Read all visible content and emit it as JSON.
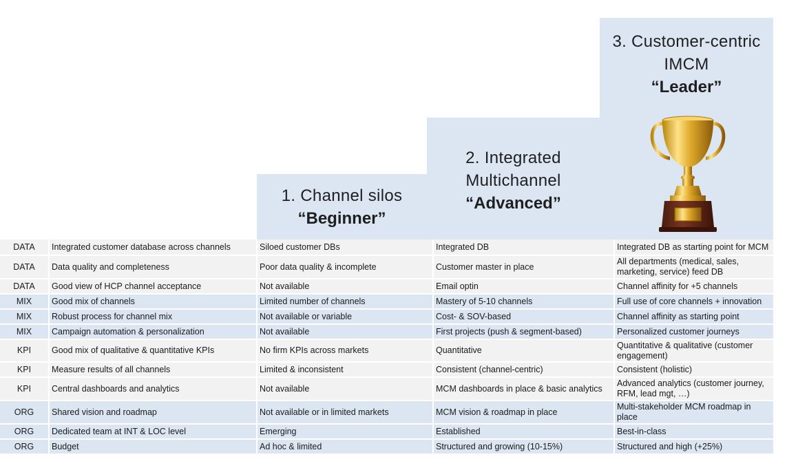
{
  "steps": [
    {
      "name_lines": [
        "1. Channel silos"
      ],
      "level": "“Beginner”"
    },
    {
      "name_lines": [
        "2. Integrated",
        "Multichannel"
      ],
      "level": "“Advanced”"
    },
    {
      "name_lines": [
        "3. Customer-centric",
        "IMCM"
      ],
      "level": "“Leader”"
    }
  ],
  "trophy_icon": "trophy-icon",
  "colors": {
    "step_fill": "#dce6f2",
    "row_gray": "#f2f2f2",
    "row_blue": "#dce6f2",
    "trophy_gold": "#d4a017",
    "trophy_base": "#6b2e1a"
  },
  "rows": [
    {
      "cat": "DATA",
      "criterion": "Integrated customer database across channels",
      "beginner": "Siloed customer DBs",
      "advanced": "Integrated DB",
      "leader": "Integrated DB as starting point for MCM",
      "shade": "gray"
    },
    {
      "cat": "DATA",
      "criterion": "Data quality and completeness",
      "beginner": "Poor data quality & incomplete",
      "advanced": "Customer master in place",
      "leader": "All departments (medical, sales, marketing, service) feed DB",
      "shade": "gray"
    },
    {
      "cat": "DATA",
      "criterion": "Good view of HCP channel acceptance",
      "beginner": "Not available",
      "advanced": "Email optin",
      "leader": "Channel affinity for +5 channels",
      "shade": "gray"
    },
    {
      "cat": "MIX",
      "criterion": "Good mix of channels",
      "beginner": "Limited number of channels",
      "advanced": "Mastery of 5-10 channels",
      "leader": "Full use of core channels + innovation",
      "shade": "blue"
    },
    {
      "cat": "MIX",
      "criterion": "Robust process for channel mix",
      "beginner": "Not available or variable",
      "advanced": "Cost- & SOV-based",
      "leader": "Channel affinity as starting point",
      "shade": "blue"
    },
    {
      "cat": "MIX",
      "criterion": "Campaign automation & personalization",
      "beginner": "Not available",
      "advanced": "First projects (push & segment-based)",
      "leader": "Personalized customer journeys",
      "shade": "blue"
    },
    {
      "cat": "KPI",
      "criterion": "Good mix of qualitative & quantitative KPIs",
      "beginner": "No firm KPIs across markets",
      "advanced": "Quantitative",
      "leader": "Quantitative & qualitative (customer engagement)",
      "shade": "gray"
    },
    {
      "cat": "KPI",
      "criterion": "Measure results of all channels",
      "beginner": "Limited & inconsistent",
      "advanced": "Consistent (channel-centric)",
      "leader": "Consistent (holistic)",
      "shade": "gray"
    },
    {
      "cat": "KPI",
      "criterion": "Central dashboards and analytics",
      "beginner": "Not available",
      "advanced": "MCM dashboards in place & basic analytics",
      "leader": "Advanced analytics (customer journey, RFM, lead mgt, …)",
      "shade": "gray"
    },
    {
      "cat": "ORG",
      "criterion": "Shared vision and roadmap",
      "beginner": "Not available or in limited markets",
      "advanced": "MCM vision & roadmap in place",
      "leader": "Multi-stakeholder MCM roadmap in place",
      "shade": "blue"
    },
    {
      "cat": "ORG",
      "criterion": "Dedicated team at INT & LOC level",
      "beginner": "Emerging",
      "advanced": "Established",
      "leader": "Best-in-class",
      "shade": "blue"
    },
    {
      "cat": "ORG",
      "criterion": "Budget",
      "beginner": "Ad hoc & limited",
      "advanced": "Structured and growing (10-15%)",
      "leader": "Structured and high (+25%)",
      "shade": "blue"
    }
  ]
}
